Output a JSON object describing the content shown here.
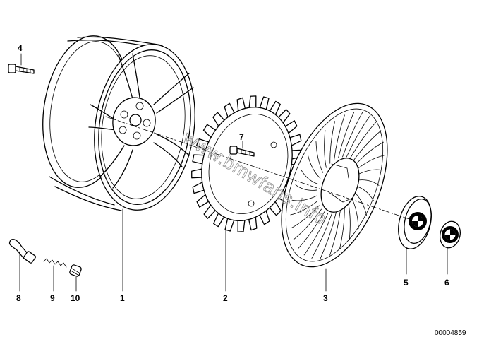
{
  "diagram": {
    "callouts": [
      {
        "id": "part-4",
        "label": "4"
      },
      {
        "id": "part-7",
        "label": "7"
      },
      {
        "id": "part-8",
        "label": "8"
      },
      {
        "id": "part-9",
        "label": "9"
      },
      {
        "id": "part-10",
        "label": "10"
      },
      {
        "id": "part-1",
        "label": "1"
      },
      {
        "id": "part-2",
        "label": "2"
      },
      {
        "id": "part-3",
        "label": "3"
      },
      {
        "id": "part-5",
        "label": "5"
      },
      {
        "id": "part-6",
        "label": "6"
      }
    ],
    "document_id": "00004859",
    "watermark": "www.bmwfans.info"
  }
}
